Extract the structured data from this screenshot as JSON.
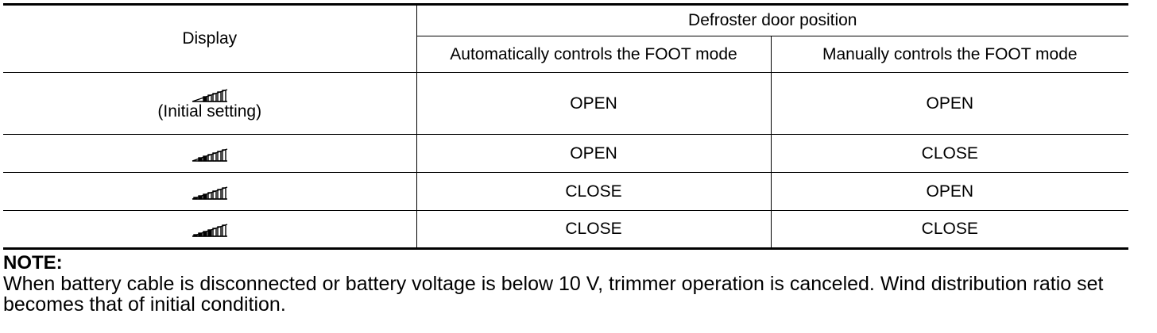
{
  "table": {
    "display_header": "Display",
    "group_header": "Defroster door position",
    "col_auto": "Automatically controls the FOOT mode",
    "col_manual": "Manually controls the FOOT mode",
    "rows": [
      {
        "icon": "fan-level-1-icon",
        "sublabel": "(Initial setting)",
        "auto": "OPEN",
        "manual": "OPEN"
      },
      {
        "icon": "fan-level-2-icon",
        "auto": "OPEN",
        "manual": "CLOSE"
      },
      {
        "icon": "fan-level-3-icon",
        "auto": "CLOSE",
        "manual": "OPEN"
      },
      {
        "icon": "fan-level-4-icon",
        "auto": "CLOSE",
        "manual": "CLOSE"
      }
    ]
  },
  "note": {
    "title": "NOTE:",
    "body": "When battery cable is disconnected or battery voltage is below 10 V, trimmer operation is canceled. Wind distribution ratio set becomes that of initial condition."
  }
}
